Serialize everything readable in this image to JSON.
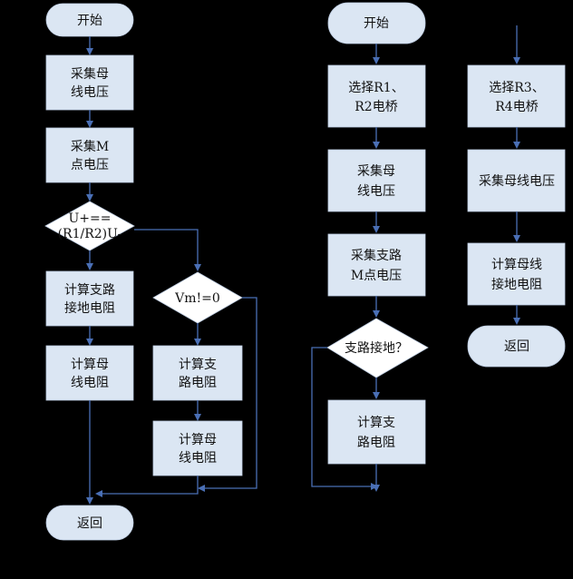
{
  "colors": {
    "background": "#000000",
    "box_fill": "#dbe6f3",
    "decision_fill": "#ffffff",
    "arrow": "#4a6fb5"
  },
  "left_flow": {
    "start": "开始",
    "collect_bus_voltage": [
      "采集母",
      "线电压"
    ],
    "collect_m_voltage": [
      "采集M",
      "点电压"
    ],
    "decision_ratio": [
      "U+==",
      "(R1/R2)U-"
    ],
    "calc_branch_ground_resistance": [
      "计算支路",
      "接地电阻"
    ],
    "calc_bus_resistance": [
      "计算母",
      "线电阻"
    ],
    "decision_vm": "Vm!=0",
    "calc_branch_resistance": [
      "计算支",
      "路电阻"
    ],
    "calc_bus_resistance_2": [
      "计算母",
      "线电阻"
    ],
    "return": "返回"
  },
  "middle_flow": {
    "start": "开始",
    "select_r1_r2": [
      "选择R1、",
      "R2电桥"
    ],
    "collect_bus_voltage": [
      "采集母",
      "线电压"
    ],
    "collect_branch_m_voltage": [
      "采集支路",
      "M点电压"
    ],
    "decision_grounded": "支路接地？",
    "calc_branch_resistance": [
      "计算支",
      "路电阻"
    ]
  },
  "right_flow": {
    "select_r3_r4": [
      "选择R3、",
      "R4电桥"
    ],
    "collect_bus_voltage": "采集母线电压",
    "calc_bus_ground_resistance": [
      "计算母线",
      "接地电阻"
    ],
    "return": "返回"
  }
}
